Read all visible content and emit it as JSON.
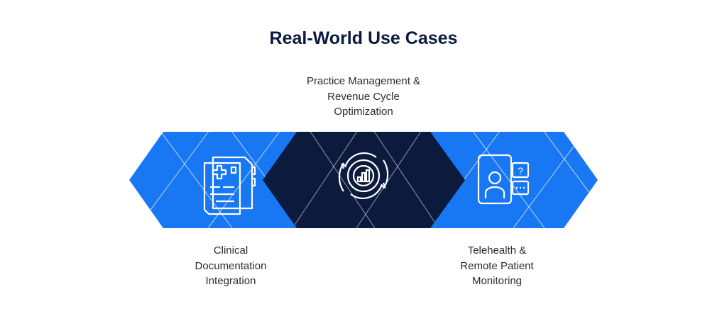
{
  "title": "Real-World Use Cases",
  "colors": {
    "blue": "#1877f2",
    "dark": "#0b1a3d",
    "title": "#0b1a3d"
  },
  "cases": [
    {
      "lines": [
        "Clinical",
        "Documentation",
        "Integration"
      ],
      "icon": "medical-documents-icon"
    },
    {
      "lines": [
        "Practice Management &",
        "Revenue Cycle",
        "Optimization"
      ],
      "icon": "gear-chart-cycle-icon"
    },
    {
      "lines": [
        "Telehealth &",
        "Remote Patient",
        "Monitoring"
      ],
      "icon": "telehealth-phone-doctor-icon"
    }
  ]
}
